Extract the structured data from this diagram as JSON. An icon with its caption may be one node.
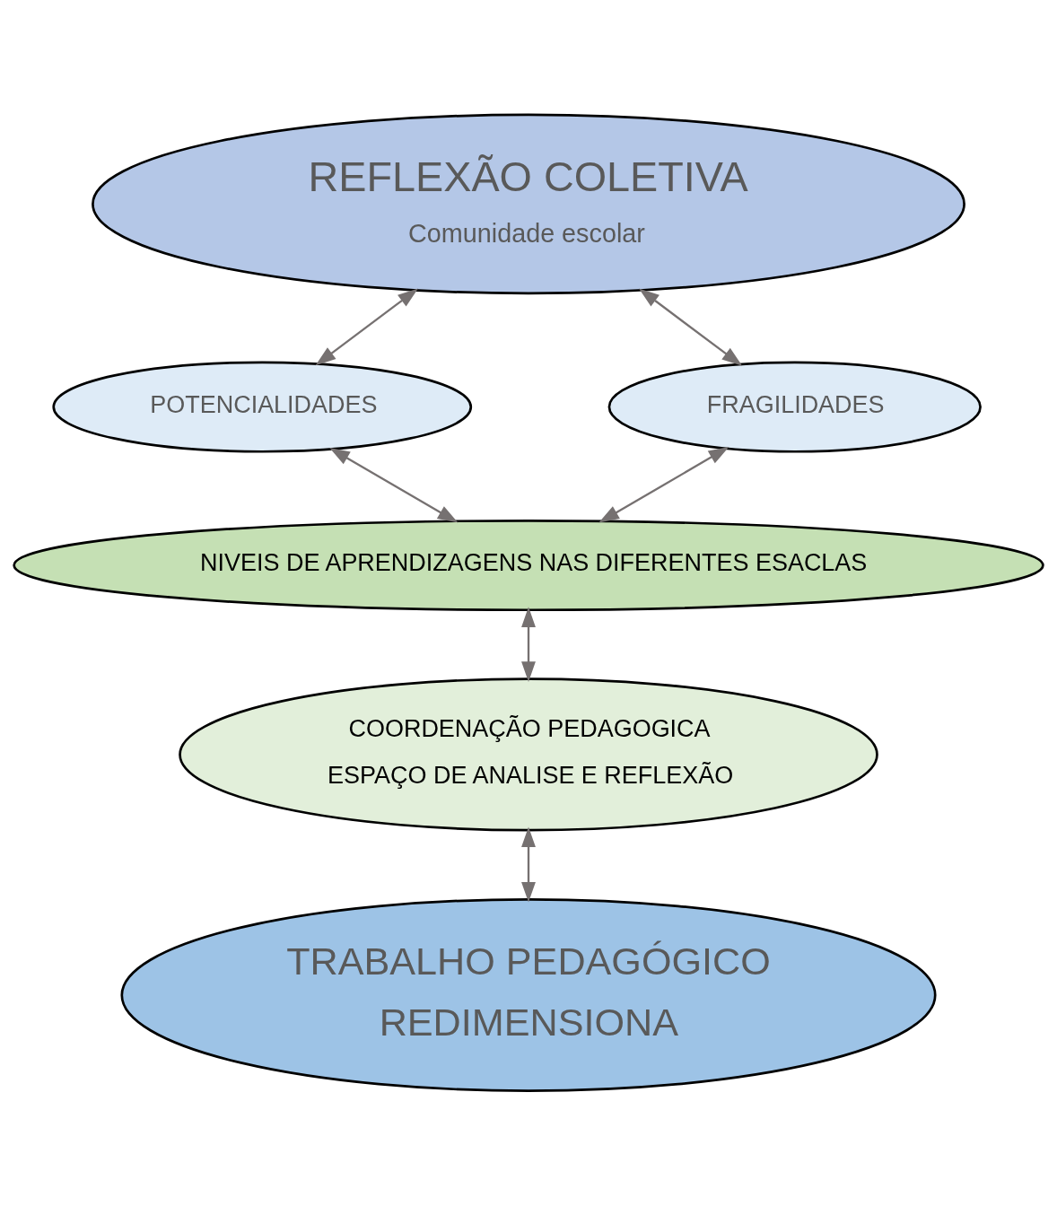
{
  "diagram": {
    "nodes": [
      {
        "text": [
          "REFLEXÃO COLETIVA",
          "Comunidade escolar"
        ]
      },
      {
        "text": [
          "POTENCIALIDADES"
        ]
      },
      {
        "text": [
          "FRAGILIDADES"
        ]
      },
      {
        "text": [
          "NIVEIS DE APRENDIZAGENS NAS DIFERENTES ESACLAS"
        ]
      },
      {
        "text": [
          "COORDENAÇÃO PEDAGOGICA",
          "ESPAÇO DE ANALISE E REFLEXÃO"
        ]
      },
      {
        "text": [
          "TRABALHO PEDAGÓGICO",
          "REDIMENSIONA"
        ]
      }
    ],
    "edges": [
      {
        "from": 0,
        "to": 1,
        "arrow": "both"
      },
      {
        "from": 0,
        "to": 2,
        "arrow": "both"
      },
      {
        "from": 1,
        "to": 3,
        "arrow": "both"
      },
      {
        "from": 2,
        "to": 3,
        "arrow": "both"
      },
      {
        "from": 3,
        "to": 4,
        "arrow": "both"
      },
      {
        "from": 4,
        "to": 5,
        "arrow": "both"
      }
    ]
  }
}
